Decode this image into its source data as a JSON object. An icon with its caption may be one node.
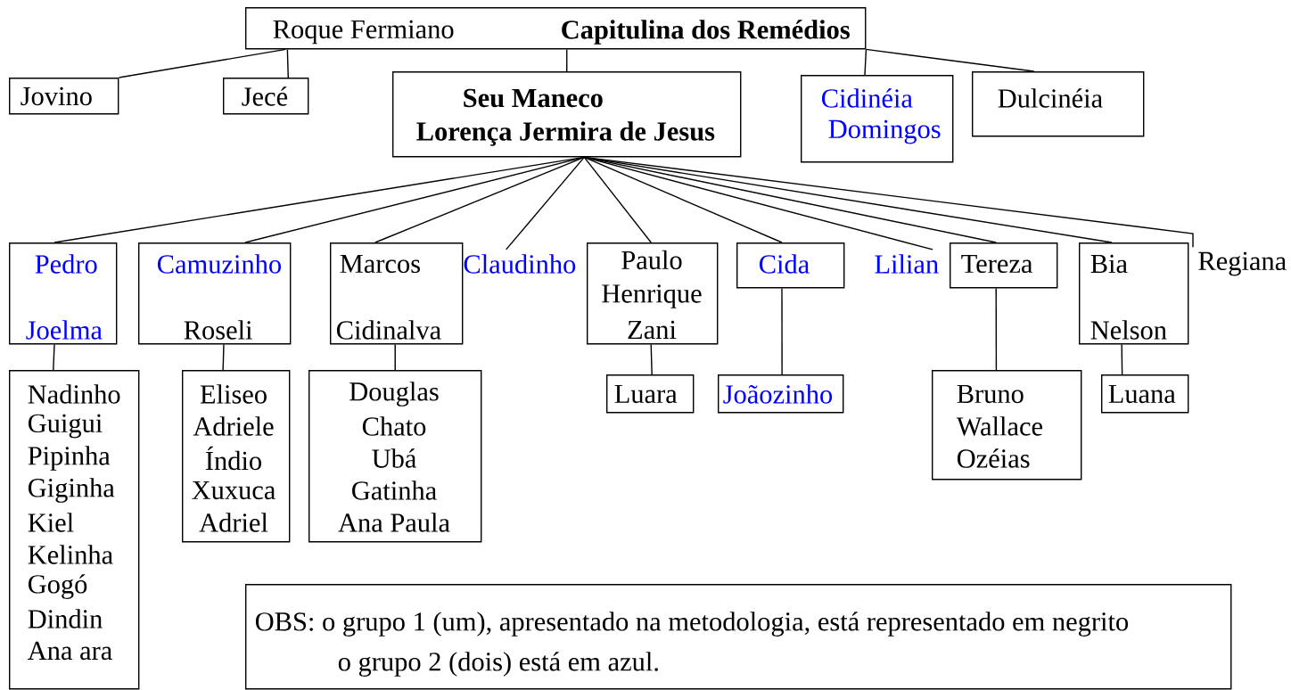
{
  "diagram": {
    "nodes": [
      {
        "text": [
          "Roque Fermiano",
          "Capitulina dos Remédios"
        ]
      },
      {
        "text": [
          "Jovino"
        ]
      },
      {
        "text": [
          "Jecé"
        ]
      },
      {
        "text": [
          "Seu Maneco",
          "Lorença Jermira de Jesus"
        ]
      },
      {
        "text": [
          "Cidinéia",
          "Domingos"
        ]
      },
      {
        "text": [
          "Dulcinéia"
        ]
      },
      {
        "text": [
          "Pedro",
          "Joelma"
        ]
      },
      {
        "text": [
          "Camuzinho",
          "Roseli"
        ]
      },
      {
        "text": [
          "Marcos",
          "Cidinalva"
        ]
      },
      {
        "text": [
          "Claudinho"
        ]
      },
      {
        "text": [
          "Paulo Henrique",
          "Zani"
        ]
      },
      {
        "text": [
          "Cida"
        ]
      },
      {
        "text": [
          "Lilian"
        ]
      },
      {
        "text": [
          "Tereza"
        ]
      },
      {
        "text": [
          "Bia",
          "Nelson"
        ]
      },
      {
        "text": [
          "Regiana"
        ]
      },
      {
        "text": [
          "Nadinho",
          "Guigui",
          "Pipinha",
          "Giginha",
          "Kiel",
          "Kelinha",
          "Gogó",
          "Dindin",
          "Ana ara"
        ]
      },
      {
        "text": [
          "Eliseo",
          "Adriele",
          "Índio",
          "Xuxuca",
          "Adriel"
        ]
      },
      {
        "text": [
          "Douglas",
          "Chato",
          "Ubá",
          "Gatinha",
          "Ana Paula"
        ]
      },
      {
        "text": [
          "Luara"
        ]
      },
      {
        "text": [
          "Joãozinho"
        ]
      },
      {
        "text": [
          "Bruno",
          "Wallace",
          "Ozéias"
        ]
      },
      {
        "text": [
          "Luana"
        ]
      },
      {
        "text": [
          "OBS: o grupo 1 (um), apresentado na metodologia, está representado em negrito",
          "o grupo 2 (dois) está em azul."
        ]
      }
    ],
    "edges": [
      {
        "from": 0,
        "to": 1,
        "arrow": "none"
      },
      {
        "from": 0,
        "to": 2,
        "arrow": "none"
      },
      {
        "from": 0,
        "to": 3,
        "arrow": "none"
      },
      {
        "from": 0,
        "to": 4,
        "arrow": "none"
      },
      {
        "from": 0,
        "to": 5,
        "arrow": "none"
      },
      {
        "from": 3,
        "to": 6,
        "arrow": "none"
      },
      {
        "from": 3,
        "to": 7,
        "arrow": "none"
      },
      {
        "from": 3,
        "to": 8,
        "arrow": "none"
      },
      {
        "from": 3,
        "to": 9,
        "arrow": "none"
      },
      {
        "from": 3,
        "to": 10,
        "arrow": "none"
      },
      {
        "from": 3,
        "to": 11,
        "arrow": "none"
      },
      {
        "from": 3,
        "to": 12,
        "arrow": "none"
      },
      {
        "from": 3,
        "to": 13,
        "arrow": "none"
      },
      {
        "from": 3,
        "to": 14,
        "arrow": "none"
      },
      {
        "from": 3,
        "to": 15,
        "arrow": "none"
      },
      {
        "from": 6,
        "to": 16,
        "arrow": "none"
      },
      {
        "from": 7,
        "to": 17,
        "arrow": "none"
      },
      {
        "from": 8,
        "to": 18,
        "arrow": "none"
      },
      {
        "from": 10,
        "to": 19,
        "arrow": "none"
      },
      {
        "from": 11,
        "to": 20,
        "arrow": "none"
      },
      {
        "from": 13,
        "to": 21,
        "arrow": "none"
      },
      {
        "from": 14,
        "to": 22,
        "arrow": "none"
      }
    ]
  }
}
